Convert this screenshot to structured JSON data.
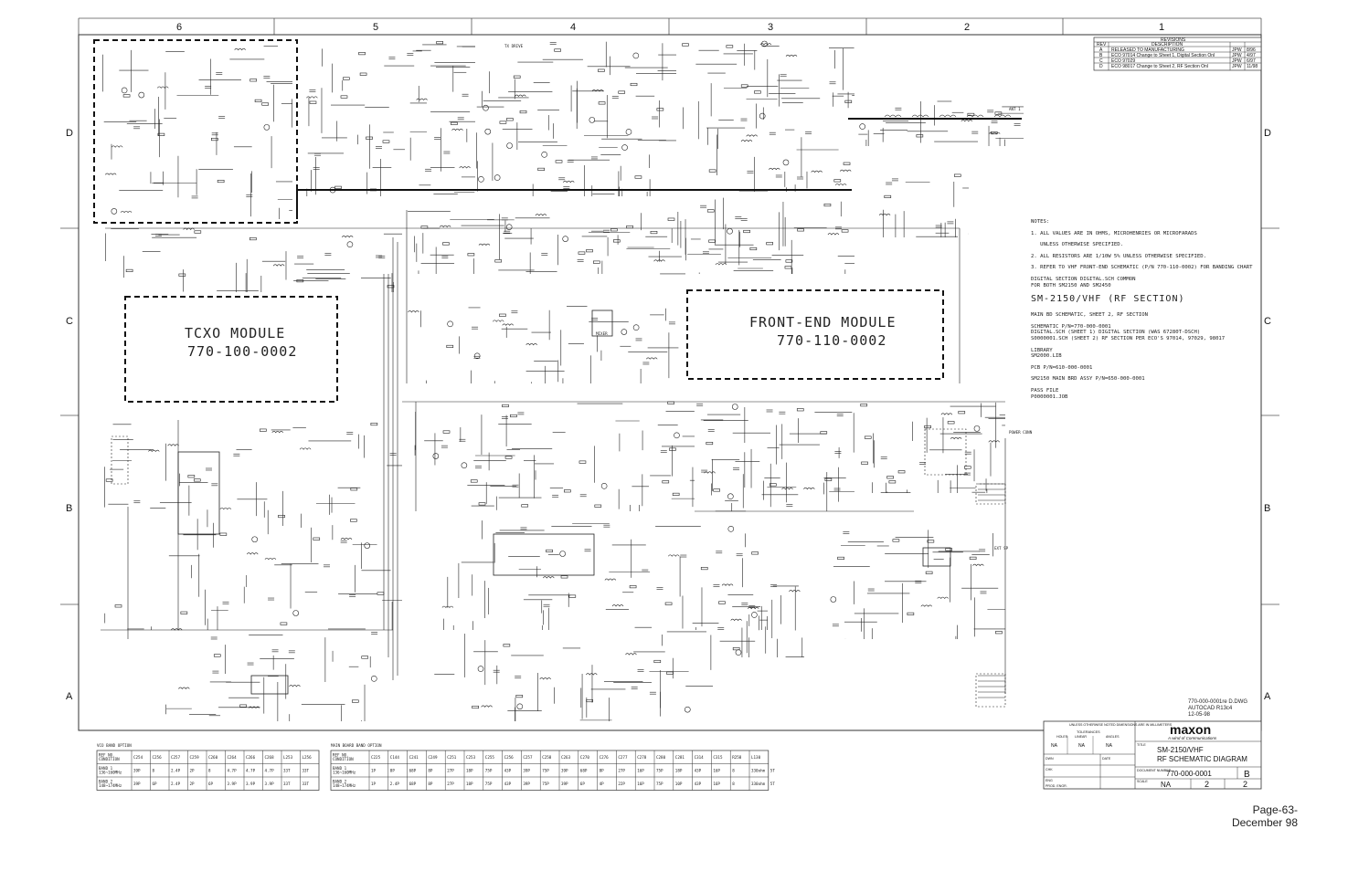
{
  "zones": {
    "columns": [
      "6",
      "5",
      "4",
      "3",
      "2",
      "1"
    ],
    "rows": [
      "D",
      "C",
      "B",
      "A"
    ]
  },
  "revisions": {
    "title": "REVISIONS",
    "headers": [
      "REV",
      "DESCRIPTION",
      "",
      "",
      ""
    ],
    "rows": [
      {
        "rev": "A",
        "desc": "RELEASED TO MANUFACTURING",
        "by": "JPW",
        "date": "8/96"
      },
      {
        "rev": "B",
        "desc": "ECO 97014 Change to Sheet 1, Digital Section Onl",
        "by": "JPW",
        "date": "4/97"
      },
      {
        "rev": "C",
        "desc": "ECO 97029",
        "by": "JPW",
        "date": "6/97"
      },
      {
        "rev": "D",
        "desc": "ECO 98017 Change to Sheet 2, RF Section Onl",
        "by": "JPW",
        "date": "11/98"
      }
    ]
  },
  "modules": {
    "tcxo": {
      "name": "TCXO MODULE",
      "part": "770-100-0002"
    },
    "front_end": {
      "name": "FRONT-END MODULE",
      "part": "770-110-0002"
    }
  },
  "labels": {
    "tx_drive": "TX DRIVE",
    "power_conn": "POWER CONN",
    "ant": "ANT 1",
    "mixer": "MIXER",
    "ext_sp": "EXT SP"
  },
  "notes": {
    "heading": "NOTES:",
    "items": [
      "1. ALL VALUES ARE IN OHMS, MICROHENRIES OR MICROFARADS",
      "   UNLESS OTHERWISE SPECIFIED.",
      "2. ALL RESISTORS ARE 1/10W 5% UNLESS OTHERWISE SPECIFIED.",
      "3. REFER TO VHF FRONT-END SCHEMATIC (P/N 770-110-0002) FOR BANDING CHART"
    ],
    "digital_common": "DIGITAL SECTION DIGITAL.SCH COMMON\nFOR BOTH SM2150 AND SM2450",
    "section_title": "SM-2150/VHF (RF SECTION)",
    "main_bd": "MAIN BD SCHEMATIC, SHEET 2, RF SECTION",
    "schematic_pn": "SCHEMATIC P/N=770-000-0001\nDIGITAL.SCH (SHEET 1) DIGITAL SECTION (WAS 67280T-DSCH)\nS0000001.SCH (SHEET 2) RF SECTION PER ECO'S 97014, 97029, 98017",
    "library": "LIBRARY\nSM2000.LIB",
    "pcb": "PCB P/N=610-000-0001",
    "main_bd_assy": "SM2150 MAIN BRD ASSY P/N=650-000-0001",
    "pass_file": "PASS FILE\nP0000001.JOB"
  },
  "drawing_info": {
    "file": "770-000-0001re D.DWG",
    "cad": "AUTOCAD R13c4",
    "date": "12-05-98"
  },
  "title_block": {
    "logo": "maxon",
    "logo_tag": "A wind of Communications",
    "tolerances_header": "UNLESS OTHERWISE NOTED\nDIMENSIONS ARE IN MILLIMETERS",
    "tolerances": "TOLERANCES",
    "holes": "HOLES",
    "linear": "LINEAR",
    "angles": "ANGLES",
    "tol_na": "NA",
    "title_label": "TITLE",
    "title_line1": "SM-2150/VHF",
    "title_line2": "RF SCHEMATIC DIAGRAM",
    "doc_label": "DOCUMENT\nNUMBER",
    "doc_number": "770-000-0001",
    "rev": "B",
    "scale_label": "SCALE",
    "scale": "NA",
    "sheet": "2",
    "of": "2",
    "left_labels": [
      "DWN",
      "CHK",
      "ENG",
      "PROD. ENGR."
    ],
    "date_label": "DATE"
  },
  "vco_table": {
    "title": "VCO BAND OPTION",
    "headers": [
      "REF NO.\nCONDITION",
      "C254",
      "C256",
      "C257",
      "C259",
      "C260",
      "C264",
      "C266",
      "C268",
      "L253",
      "L256"
    ],
    "rows": [
      {
        "label": "BAND 1\n136~160MHz",
        "values": [
          "39P",
          "8",
          "2.4P",
          "2P",
          "8",
          "4.7P",
          "4.7P",
          "4.7P",
          "33T",
          "33T"
        ]
      },
      {
        "label": "BAND 2\n148~174MHz",
        "values": [
          "39P",
          "6P",
          "2.4P",
          "2P",
          "6P",
          "3.9P",
          "3.9P",
          "3.9P",
          "33T",
          "33T"
        ]
      }
    ]
  },
  "main_table": {
    "title": "MAIN BOARD BAND OPTION",
    "headers": [
      "REF NO.\nCONDITION",
      "C225",
      "C144",
      "C241",
      "C249",
      "C251",
      "C253",
      "C255",
      "C256",
      "C257",
      "C258",
      "C263",
      "C270",
      "C276",
      "C277",
      "C278",
      "C280",
      "C281",
      "C314",
      "C315",
      "R258",
      "L130"
    ],
    "rows": [
      {
        "label": "BAND 1\n136~160MHz",
        "values": [
          "1P",
          "8P",
          "68P",
          "8P",
          "27P",
          "18P",
          "75P",
          "43P",
          "39P",
          "75P",
          "39P",
          "68P",
          "8P",
          "27P",
          "16P",
          "75P",
          "18P",
          "43P",
          "16P",
          "8",
          "330ohm",
          "5T"
        ]
      },
      {
        "label": "BAND 2\n148~174MHz",
        "values": [
          "1P",
          "2.4P",
          "68P",
          "8P",
          "27P",
          "18P",
          "75P",
          "43P",
          "39P",
          "75P",
          "39P",
          "6P",
          "4P",
          "22P",
          "16P",
          "75P",
          "10P",
          "43P",
          "16P",
          "8",
          "330ohm",
          "5T"
        ]
      }
    ]
  },
  "footer": {
    "page": "Page-63-",
    "date": "December 98"
  }
}
